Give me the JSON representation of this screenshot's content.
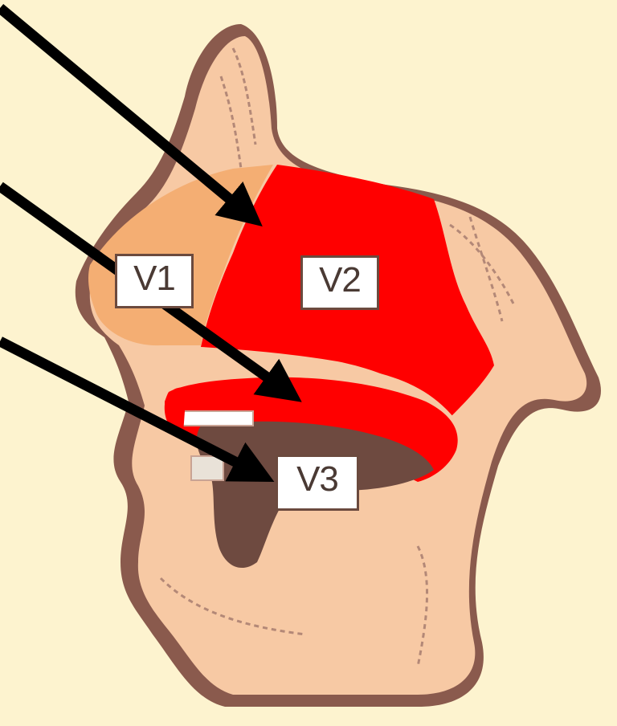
{
  "colors": {
    "background": "#fdf3cf",
    "skin": "#f7c9a4",
    "skin_shadow": "#8a5a4d",
    "v1_region": "#f4ae73",
    "v2_v3_region": "#ff0000",
    "mouth_cavity": "#6e4a40",
    "arrow": "#000000"
  },
  "labels": {
    "v1": "V1",
    "v2": "V2",
    "v3": "V3"
  },
  "arrows": [
    {
      "name": "arrow-to-v2"
    },
    {
      "name": "arrow-to-palate"
    },
    {
      "name": "arrow-to-v3"
    }
  ]
}
